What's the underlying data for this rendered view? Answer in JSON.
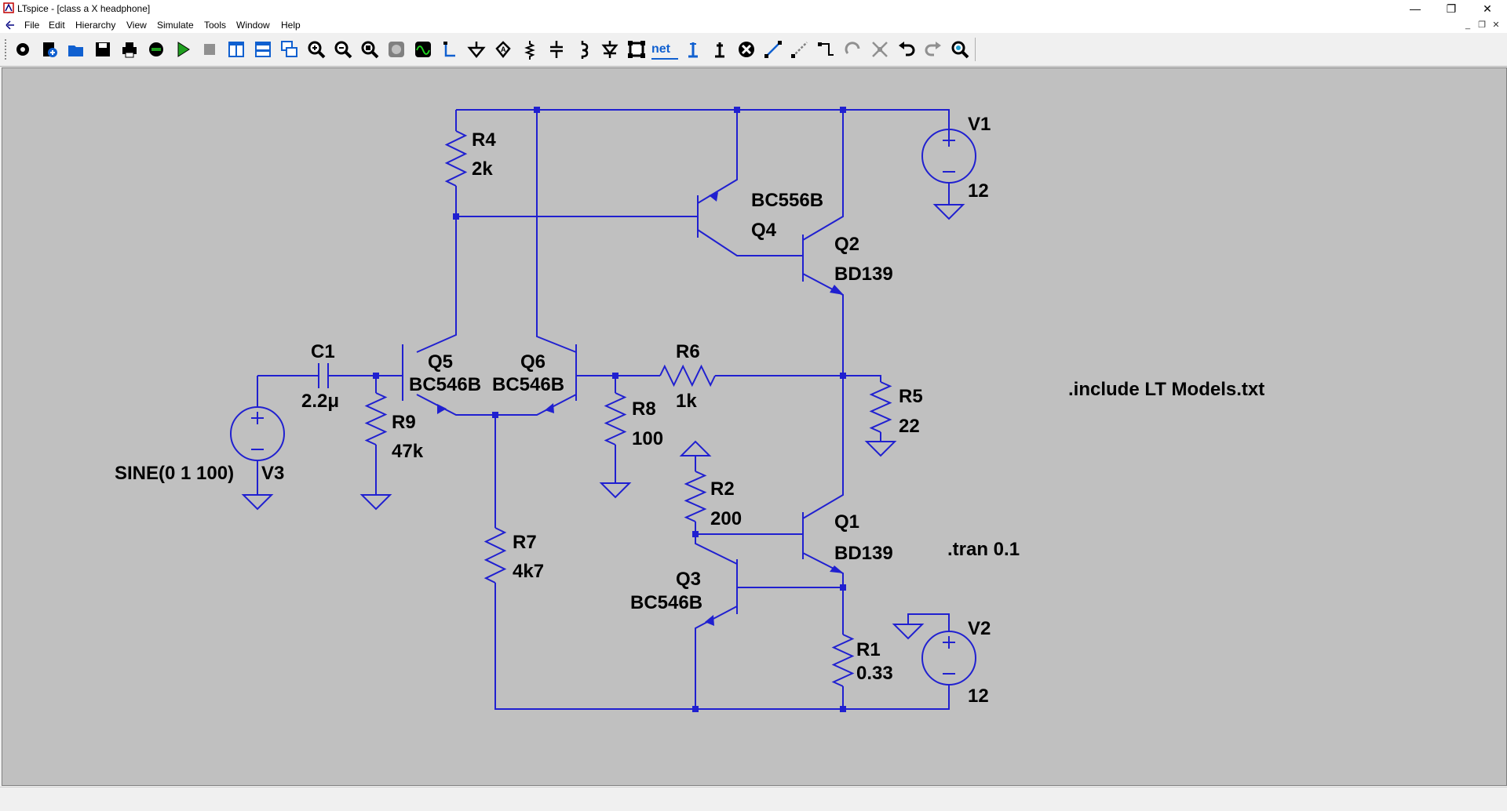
{
  "window": {
    "title": "LTspice - [class a X headphone]",
    "minimize_icon": "minimize-icon",
    "maximize_icon": "restore-icon",
    "close_icon": "close-icon"
  },
  "menu": {
    "items": [
      "File",
      "Edit",
      "Hierarchy",
      "View",
      "Simulate",
      "Tools",
      "Window",
      "Help"
    ]
  },
  "toolbar": {
    "buttons": [
      "control-panel-icon",
      "new-schematic-icon",
      "open-icon",
      "save-icon",
      "print-icon",
      "bill-of-materials-icon",
      "run-icon",
      "halt-icon",
      "tile-vertical-icon",
      "tile-horizontal-icon",
      "cascade-icon",
      "zoom-in-icon",
      "zoom-out-icon",
      "zoom-fit-icon",
      "zoom-extents-icon",
      "waveform-icon",
      "wire-icon",
      "ground-icon",
      "label-icon",
      "resistor-icon",
      "capacitor-icon",
      "inductor-icon",
      "diode-icon",
      "component-icon",
      "net-label-icon",
      "text-icon",
      "spice-directive-icon",
      "delete-icon",
      "duplicate-icon",
      "move-icon",
      "drag-icon",
      "rotate-icon",
      "mirror-icon",
      "undo-icon",
      "redo-icon",
      "find-icon"
    ],
    "net_label": "net"
  },
  "schematic": {
    "wire_color": "#2020d0",
    "labels": {
      "r4_name": "R4",
      "r4_value": "2k",
      "q4_model": "BC556B",
      "q4_name": "Q4",
      "q2_name": "Q2",
      "q2_model": "BD139",
      "v1_name": "V1",
      "v1_value": "12",
      "c1_name": "C1",
      "c1_value": "2.2μ",
      "q5_name": "Q5",
      "q5_model": "BC546B",
      "q6_name": "Q6",
      "q6_model": "BC546B",
      "r6_name": "R6",
      "r6_value": "1k",
      "r5_name": "R5",
      "r5_value": "22",
      "r9_name": "R9",
      "r9_value": "47k",
      "r8_name": "R8",
      "r8_value": "100",
      "v3_source": "SINE(0 1 100)",
      "v3_name": "V3",
      "r2_name": "R2",
      "r2_value": "200",
      "q1_name": "Q1",
      "q1_model": "BD139",
      "r7_name": "R7",
      "r7_value": "4k7",
      "q3_name": "Q3",
      "q3_model": "BC546B",
      "v2_name": "V2",
      "v2_value": "12",
      "r1_name": "R1",
      "r1_value": "0.33"
    },
    "directives": {
      "include": ".include LT Models.txt",
      "tran": ".tran 0.1"
    }
  }
}
